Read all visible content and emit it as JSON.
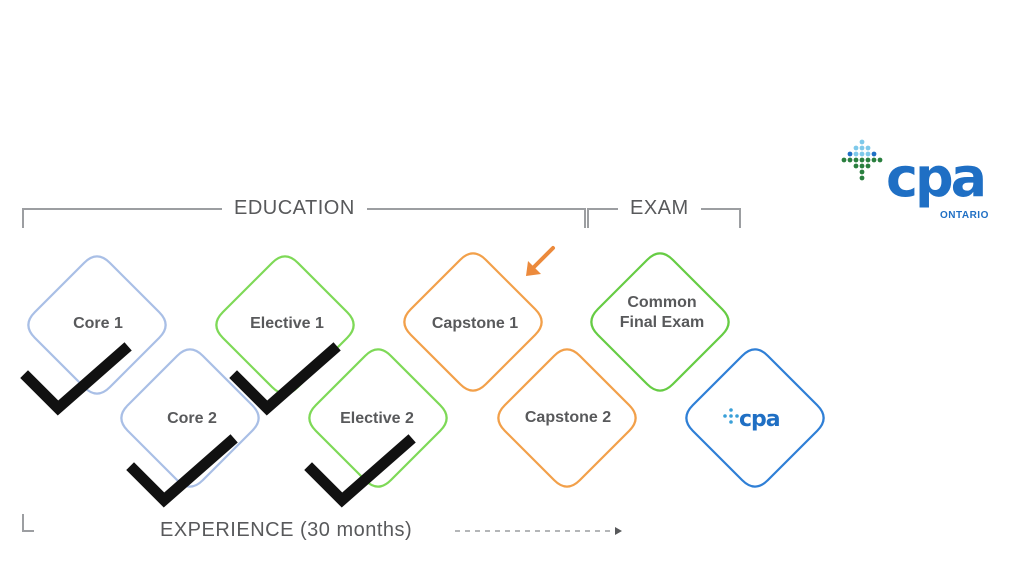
{
  "headers": {
    "education": "EDUCATION",
    "exam": "EXAM"
  },
  "experience": "EXPERIENCE (30 months)",
  "modules": [
    {
      "label": "Core 1",
      "color": "#a9bfe6",
      "completed": true
    },
    {
      "label": "Core 2",
      "color": "#a9bfe6",
      "completed": true
    },
    {
      "label": "Elective 1",
      "color": "#7ed957",
      "completed": true
    },
    {
      "label": "Elective 2",
      "color": "#7ed957",
      "completed": true
    },
    {
      "label": "Capstone 1",
      "color": "#f2a04a",
      "completed": false,
      "current": true
    },
    {
      "label": "Capstone 2",
      "color": "#f2a04a",
      "completed": false
    },
    {
      "label": "Common Final Exam",
      "color": "#66cc44",
      "completed": false
    },
    {
      "label": "",
      "color": "#2f7fd6",
      "completed": false
    }
  ],
  "logo": {
    "name": "CPA",
    "text": "cpa",
    "region": "ONTARIO",
    "color": "#1f6fc4"
  },
  "colors": {
    "text": "#58595b",
    "bracket": "#9c9ea1",
    "check": "#111111",
    "arrow": "#ec8a3c"
  }
}
